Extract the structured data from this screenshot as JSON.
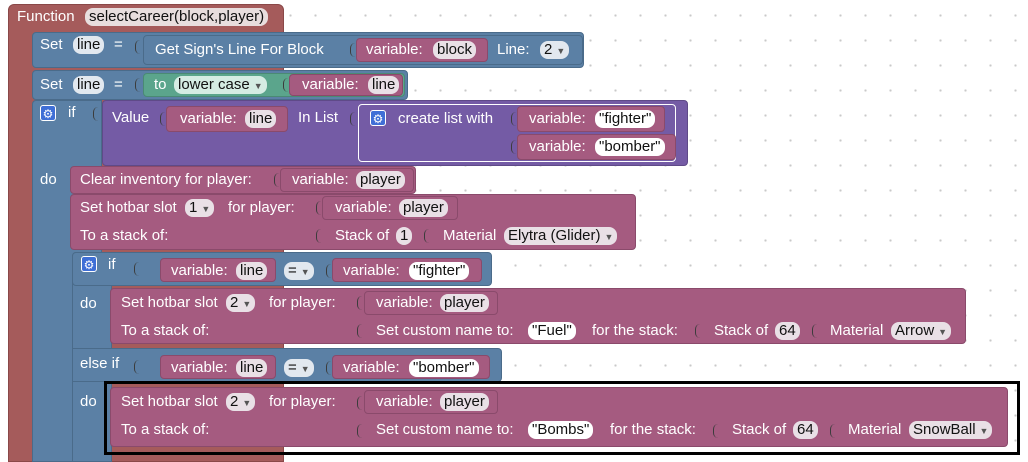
{
  "func": {
    "label": "Function",
    "name": "selectCareer(block,player)"
  },
  "set1": {
    "label": "Set",
    "var": "line",
    "eq": "=",
    "get": "Get Sign's Line  For Block",
    "varlabel": "variable:",
    "varname": "block",
    "line_label": "Line:",
    "line_value": "2"
  },
  "set2": {
    "label": "Set",
    "var": "line",
    "eq": "=",
    "to": "to",
    "mode": "lower case",
    "varlabel": "variable:",
    "varname": "line"
  },
  "if1": {
    "if": "if",
    "value": "Value",
    "varlabel": "variable:",
    "varname": "line",
    "inlist": "In List",
    "create": "create list with",
    "items": [
      "\"fighter\"",
      "\"bomber\""
    ]
  },
  "do_label": "do",
  "clear": {
    "label": "Clear inventory for player:",
    "varlabel": "variable:",
    "varname": "player"
  },
  "hot1": {
    "label": "Set hotbar slot",
    "slot": "1",
    "forplayer": "for player:",
    "varlabel": "variable:",
    "varname": "player",
    "stack_label": "To a stack of:",
    "stackof": "Stack of",
    "count": "1",
    "material": "Material",
    "mat_value": "Elytra (Glider)"
  },
  "if2": {
    "if": "if",
    "varlabel": "variable:",
    "varname": "line",
    "eq": "=",
    "varlabel2": "variable:",
    "value": "\"fighter\"",
    "elseif": "else if",
    "value2": "\"bomber\"",
    "do": "do"
  },
  "hot2": {
    "label": "Set hotbar slot",
    "slot": "2",
    "forplayer": "for player:",
    "varlabel": "variable:",
    "varname": "player",
    "stack_label": "To a stack of:",
    "custom": "Set custom name to:",
    "custom_value": "\"Fuel\"",
    "forstack": "for the stack:",
    "stackof": "Stack of",
    "count": "64",
    "material": "Material",
    "mat_value": "Arrow"
  },
  "hot3": {
    "label": "Set hotbar slot",
    "slot": "2",
    "forplayer": "for player:",
    "varlabel": "variable:",
    "varname": "player",
    "stack_label": "To a stack of:",
    "custom": "Set custom name to:",
    "custom_value": "\"Bombs\"",
    "forstack": "for the stack:",
    "stackof": "Stack of",
    "count": "64",
    "material": "Material",
    "mat_value": "SnowBall"
  },
  "colors": {
    "function": "#a55b5b",
    "statement": "#5b80a5",
    "control": "#5ba55b",
    "list": "#745ba5",
    "purple": "#a55b80",
    "text": "#5ba58c"
  },
  "icons": {
    "gear": "gear-icon",
    "dropdown": "dropdown-arrow-icon"
  }
}
